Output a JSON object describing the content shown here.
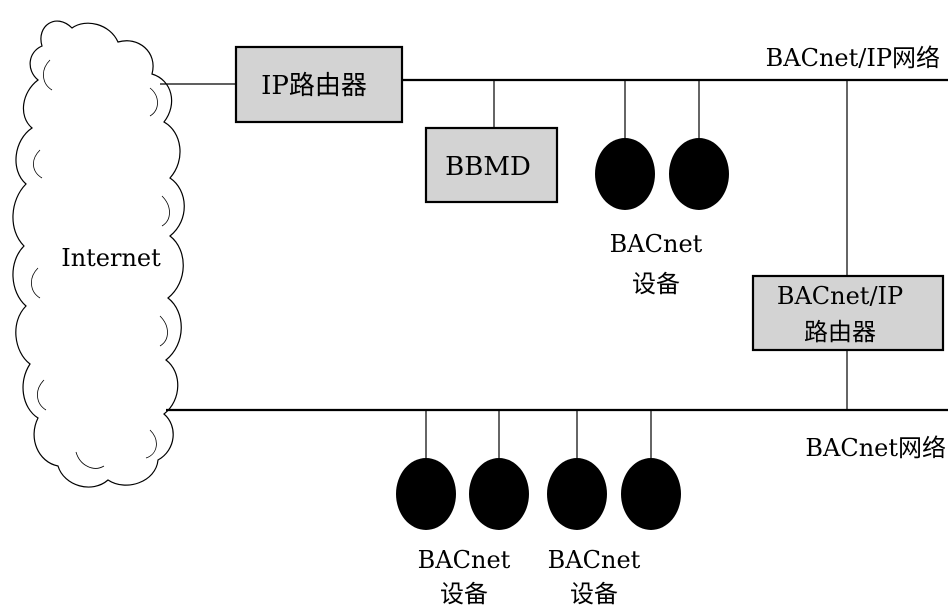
{
  "colors": {
    "line": "#000000",
    "box_fill": "#d3d3d3",
    "device_fill": "#000000",
    "cloud_fill": "#ffffff"
  },
  "cloud": {
    "label": "Internet"
  },
  "nodes": {
    "ip_router": "IP路由器",
    "bbmd": "BBMD",
    "bacnet_ip_router_line1": "BACnet/IP",
    "bacnet_ip_router_line2": "路由器"
  },
  "networks": {
    "ip_network": "BACnet/IP网络",
    "bacnet_network": "BACnet网络"
  },
  "device_groups": {
    "top": {
      "line1": "BACnet",
      "line2": "设备"
    },
    "bottom_left": {
      "line1": "BACnet",
      "line2": "设备"
    },
    "bottom_right": {
      "line1": "BACnet",
      "line2": "设备"
    }
  }
}
